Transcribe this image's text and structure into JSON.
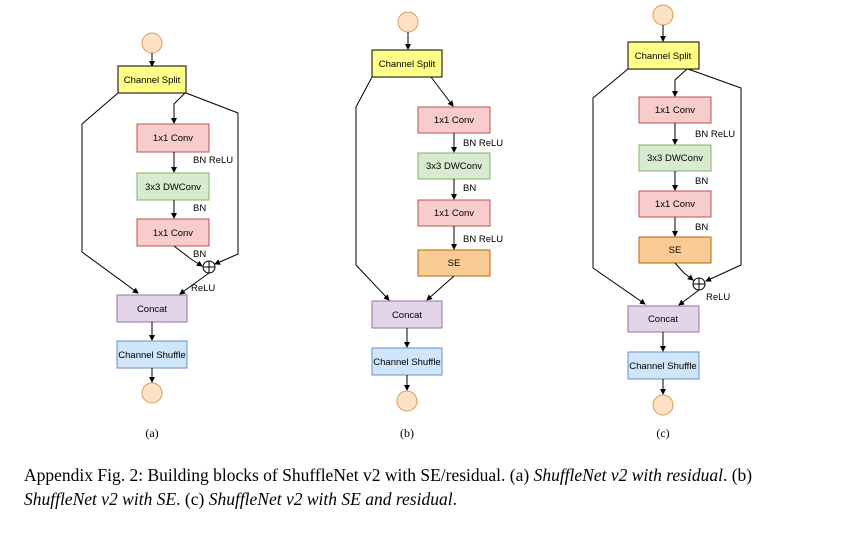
{
  "colors": {
    "node_circle": "#fde2c4",
    "node_circle_stroke": "#d99a58",
    "channel_split": "#ffff88",
    "conv": "#f9cccc",
    "dwconv": "#d8ebd0",
    "se": "#f9cc96",
    "concat": "#e1d5e7",
    "shuffle": "#cfe5fa"
  },
  "diagrams": {
    "a": {
      "subfigure_label": "(a)",
      "channel_split": "Channel Split",
      "conv1": "1x1 Conv",
      "label_bn_relu_1": "BN ReLU",
      "dwconv": "3x3 DWConv",
      "label_bn_1": "BN",
      "conv2": "1x1 Conv",
      "label_bn_2": "BN",
      "label_relu": "ReLU",
      "concat": "Concat",
      "shuffle": "Channel Shuffle"
    },
    "b": {
      "subfigure_label": "(b)",
      "channel_split": "Channel Split",
      "conv1": "1x1 Conv",
      "label_bn_relu_1": "BN ReLU",
      "dwconv": "3x3 DWConv",
      "label_bn_1": "BN",
      "conv2": "1x1 Conv",
      "label_bn_relu_2": "BN ReLU",
      "se": "SE",
      "concat": "Concat",
      "shuffle": "Channel Shuffle"
    },
    "c": {
      "subfigure_label": "(c)",
      "channel_split": "Channel Split",
      "conv1": "1x1 Conv",
      "label_bn_relu_1": "BN ReLU",
      "dwconv": "3x3 DWConv",
      "label_bn_1": "BN",
      "conv2": "1x1 Conv",
      "label_bn_2": "BN",
      "se": "SE",
      "label_relu": "ReLU",
      "concat": "Concat",
      "shuffle": "Channel Shuffle"
    }
  },
  "caption": {
    "lead": "Appendix Fig. 2: Building blocks of ShuffleNet v2 with SE/residual. (a) ",
    "a_italic": "ShuffleNet v2 with residual",
    "sep_b": ". (b) ",
    "b_italic": "ShuffleNet v2 with SE",
    "sep_c": ". (c) ",
    "c_italic": "ShuffleNet v2 with SE and residual",
    "end": "."
  }
}
